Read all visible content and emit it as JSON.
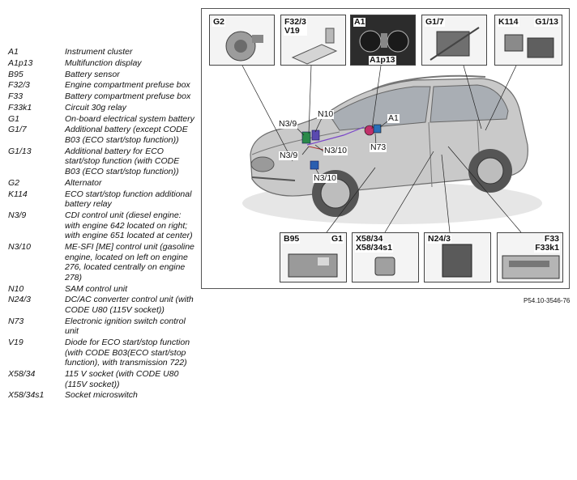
{
  "legend": [
    {
      "code": "A1",
      "desc": "Instrument cluster"
    },
    {
      "code": "A1p13",
      "desc": "Multifunction display"
    },
    {
      "code": "B95",
      "desc": "Battery sensor"
    },
    {
      "code": "F32/3",
      "desc": "Engine compartment prefuse box"
    },
    {
      "code": "F33",
      "desc": "Battery compartment prefuse box"
    },
    {
      "code": "F33k1",
      "desc": "Circuit 30g relay"
    },
    {
      "code": "G1",
      "desc": "On-board electrical system battery"
    },
    {
      "code": "G1/7",
      "desc": "Additional battery (except CODE B03 (ECO start/stop function))"
    },
    {
      "code": "G1/13",
      "desc": "Additional battery for ECO start/stop function (with CODE B03 (ECO start/stop function))"
    },
    {
      "code": "G2",
      "desc": "Alternator"
    },
    {
      "code": "K114",
      "desc": "ECO start/stop function additional battery relay"
    },
    {
      "code": "N3/9",
      "desc": "CDI control unit (diesel engine: with engine 642 located on right; with engine 651 located at center)"
    },
    {
      "code": "N3/10",
      "desc": "ME-SFI [ME] control unit (gasoline engine, located on left on engine 276, located centrally on engine 278)"
    },
    {
      "code": "N10",
      "desc": "SAM control unit"
    },
    {
      "code": "N24/3",
      "desc": "DC/AC converter control unit (with CODE U80 (115V socket))"
    },
    {
      "code": "N73",
      "desc": "Electronic ignition switch control unit"
    },
    {
      "code": "V19",
      "desc": "Diode for ECO start/stop function (with CODE B03(ECO start/stop function), with transmission 722)"
    },
    {
      "code": "X58/34",
      "desc": "115 V socket (with CODE U80 (115V socket))"
    },
    {
      "code": "X58/34s1",
      "desc": "Socket microswitch"
    }
  ],
  "diagram": {
    "top_boxes": [
      {
        "label": "G2"
      },
      {
        "label": "F32/3\nV19"
      },
      {
        "label": "A1"
      },
      {
        "label": "G1/7"
      },
      {
        "label": "K114"
      }
    ],
    "extra_labels": {
      "a1p13": "A1p13",
      "g113": "G1/13",
      "g1": "G1",
      "x5834s1": "X58/34s1",
      "f33k1": "F33k1"
    },
    "bottom_boxes": [
      {
        "label": "B95"
      },
      {
        "label": "X58/34"
      },
      {
        "label": "N24/3"
      },
      {
        "label": "F33"
      }
    ],
    "callouts": {
      "n39a": "N3/9",
      "n39b": "N3/9",
      "n310a": "N3/10",
      "n310b": "N3/10",
      "n10": "N10",
      "n73": "N73",
      "a1": "A1"
    }
  },
  "reference": "P54.10-3546-76"
}
